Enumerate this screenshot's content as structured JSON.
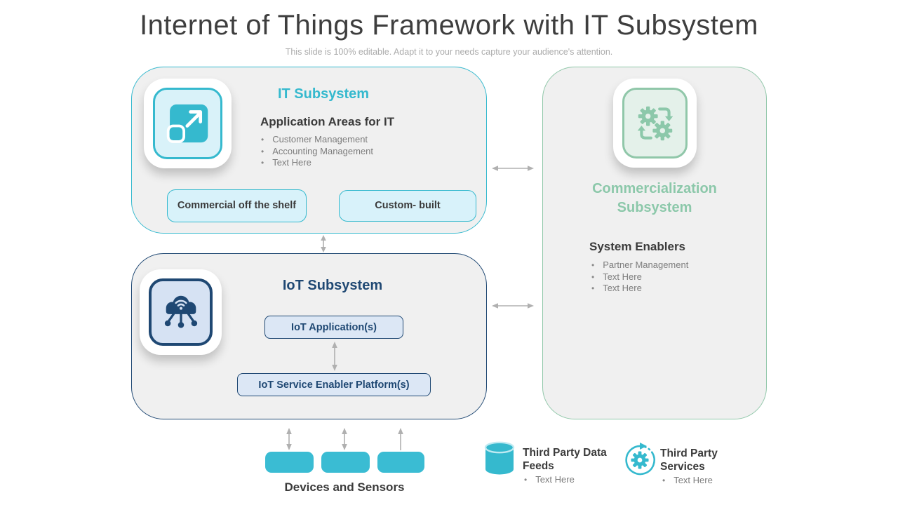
{
  "page": {
    "title": "Internet of Things Framework with IT Subsystem",
    "subtitle": "This slide is 100% editable. Adapt it to your needs capture your audience's attention."
  },
  "colors": {
    "cyan_accent": "#35b9ce",
    "cyan_fill": "#d8f2fa",
    "navy_accent": "#1f4873",
    "navy_fill": "#dce7f5",
    "green_accent": "#8cc8aa",
    "green_fill": "#e4f1ea",
    "box_background": "#f0f0f0",
    "dark_text": "#3b3b3b",
    "muted_text": "#7d7d7d",
    "arrow_gray": "#b0b0b0"
  },
  "it_subsystem": {
    "title": "IT Subsystem",
    "icon": "expand-icon",
    "heading": "Application Areas for IT",
    "bullets": [
      "Customer Management",
      "Accounting Management",
      "Text Here"
    ],
    "buttons": [
      "Commercial off the shelf",
      "Custom- built"
    ]
  },
  "iot_subsystem": {
    "title": "IoT Subsystem",
    "icon": "cloud-network-icon",
    "boxes": [
      "IoT Application(s)",
      "IoT Service Enabler Platform(s)"
    ]
  },
  "commercialization_subsystem": {
    "title": "Commercialization Subsystem",
    "icon": "gears-sync-icon",
    "heading": "System Enablers",
    "bullets": [
      "Partner Management",
      "Text Here",
      "Text Here"
    ]
  },
  "devices": {
    "label": "Devices and Sensors",
    "count": 3
  },
  "third_party_data_feeds": {
    "title": "Third Party Data Feeds",
    "icon": "database-cylinder-icon",
    "bullets": [
      "Text Here"
    ]
  },
  "third_party_services": {
    "title": "Third Party Services",
    "icon": "gear-refresh-icon",
    "bullets": [
      "Text Here"
    ]
  }
}
